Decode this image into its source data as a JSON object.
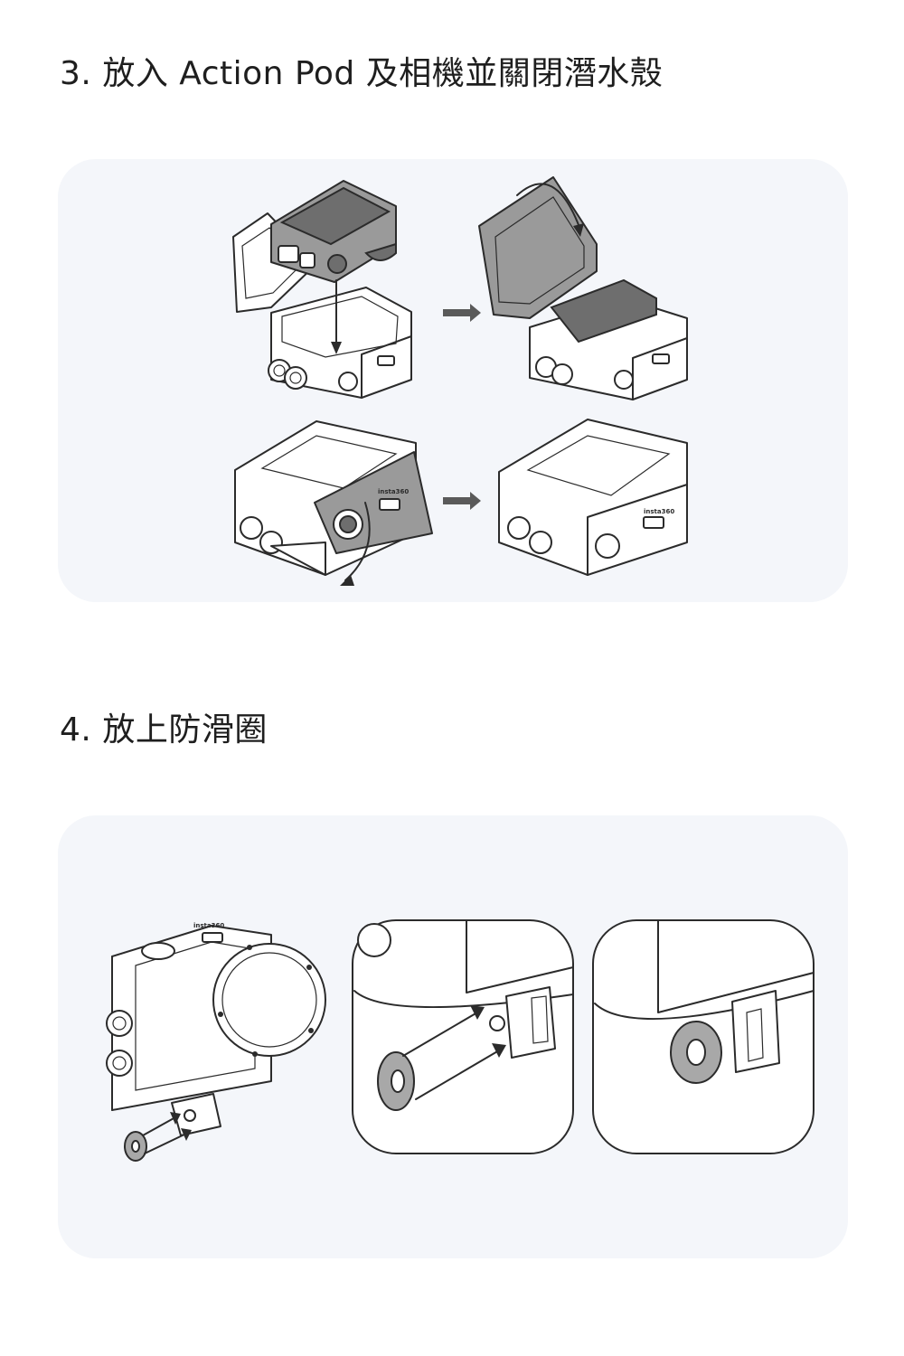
{
  "steps": [
    {
      "number": "3.",
      "title": "放入 Action Pod 及相機並關閉潛水殼"
    },
    {
      "number": "4.",
      "title": "放上防滑圈"
    }
  ],
  "labels": {
    "brand_mark": "insta360"
  },
  "icons": {
    "step_arrow": "right-arrow-icon",
    "rotate_arrow": "curved-arrow-icon"
  },
  "colors": {
    "panel_background": "#f4f6fa",
    "line": "#2b2b2b",
    "accent_grey": "#9a9a9a"
  }
}
